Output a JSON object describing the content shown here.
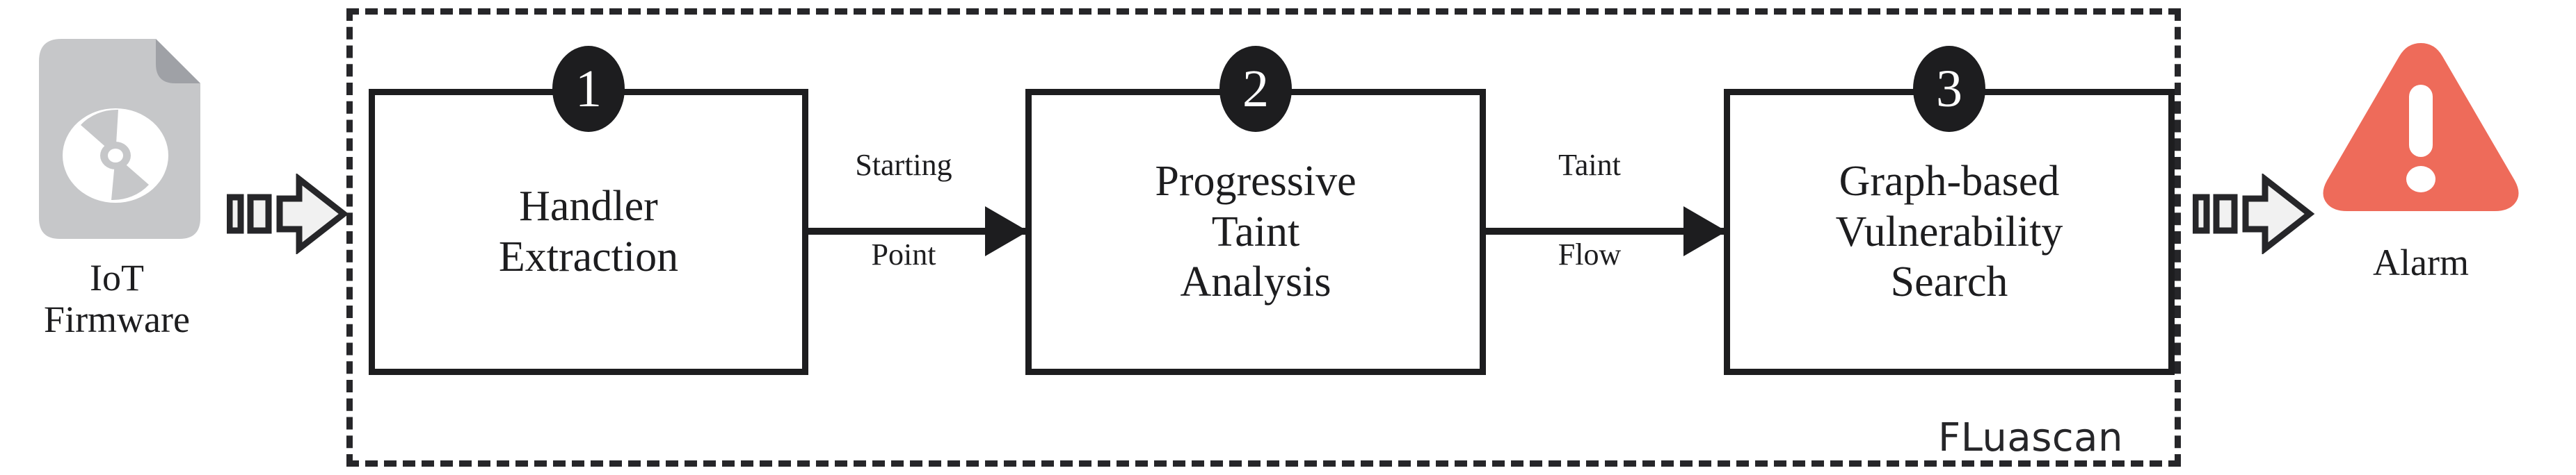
{
  "diagram": {
    "system_label": "FLuascan",
    "input": {
      "icon": "firmware-file-disc-icon",
      "label_line1": "IoT",
      "label_line2": "Firmware"
    },
    "output": {
      "icon": "alarm-warning-triangle-icon",
      "label": "Alarm"
    },
    "stages": [
      {
        "number": "1",
        "title_line1": "Handler",
        "title_line2": "Extraction",
        "title_line3": ""
      },
      {
        "number": "2",
        "title_line1": "Progressive",
        "title_line2": "Taint",
        "title_line3": "Analysis"
      },
      {
        "number": "3",
        "title_line1": "Graph-based",
        "title_line2": "Vulnerability",
        "title_line3": "Search"
      }
    ],
    "connectors": [
      {
        "label_above": "Starting",
        "label_below": "Point"
      },
      {
        "label_above": "Taint",
        "label_below": "Flow"
      }
    ],
    "colors": {
      "stroke": "#1d1d1f",
      "dashed_border": "#262629",
      "file_body": "#c6c7c9",
      "file_fold": "#9fa1a6",
      "alarm": "#ee6b5a",
      "arrow_fill": "#f1f1f1"
    }
  }
}
